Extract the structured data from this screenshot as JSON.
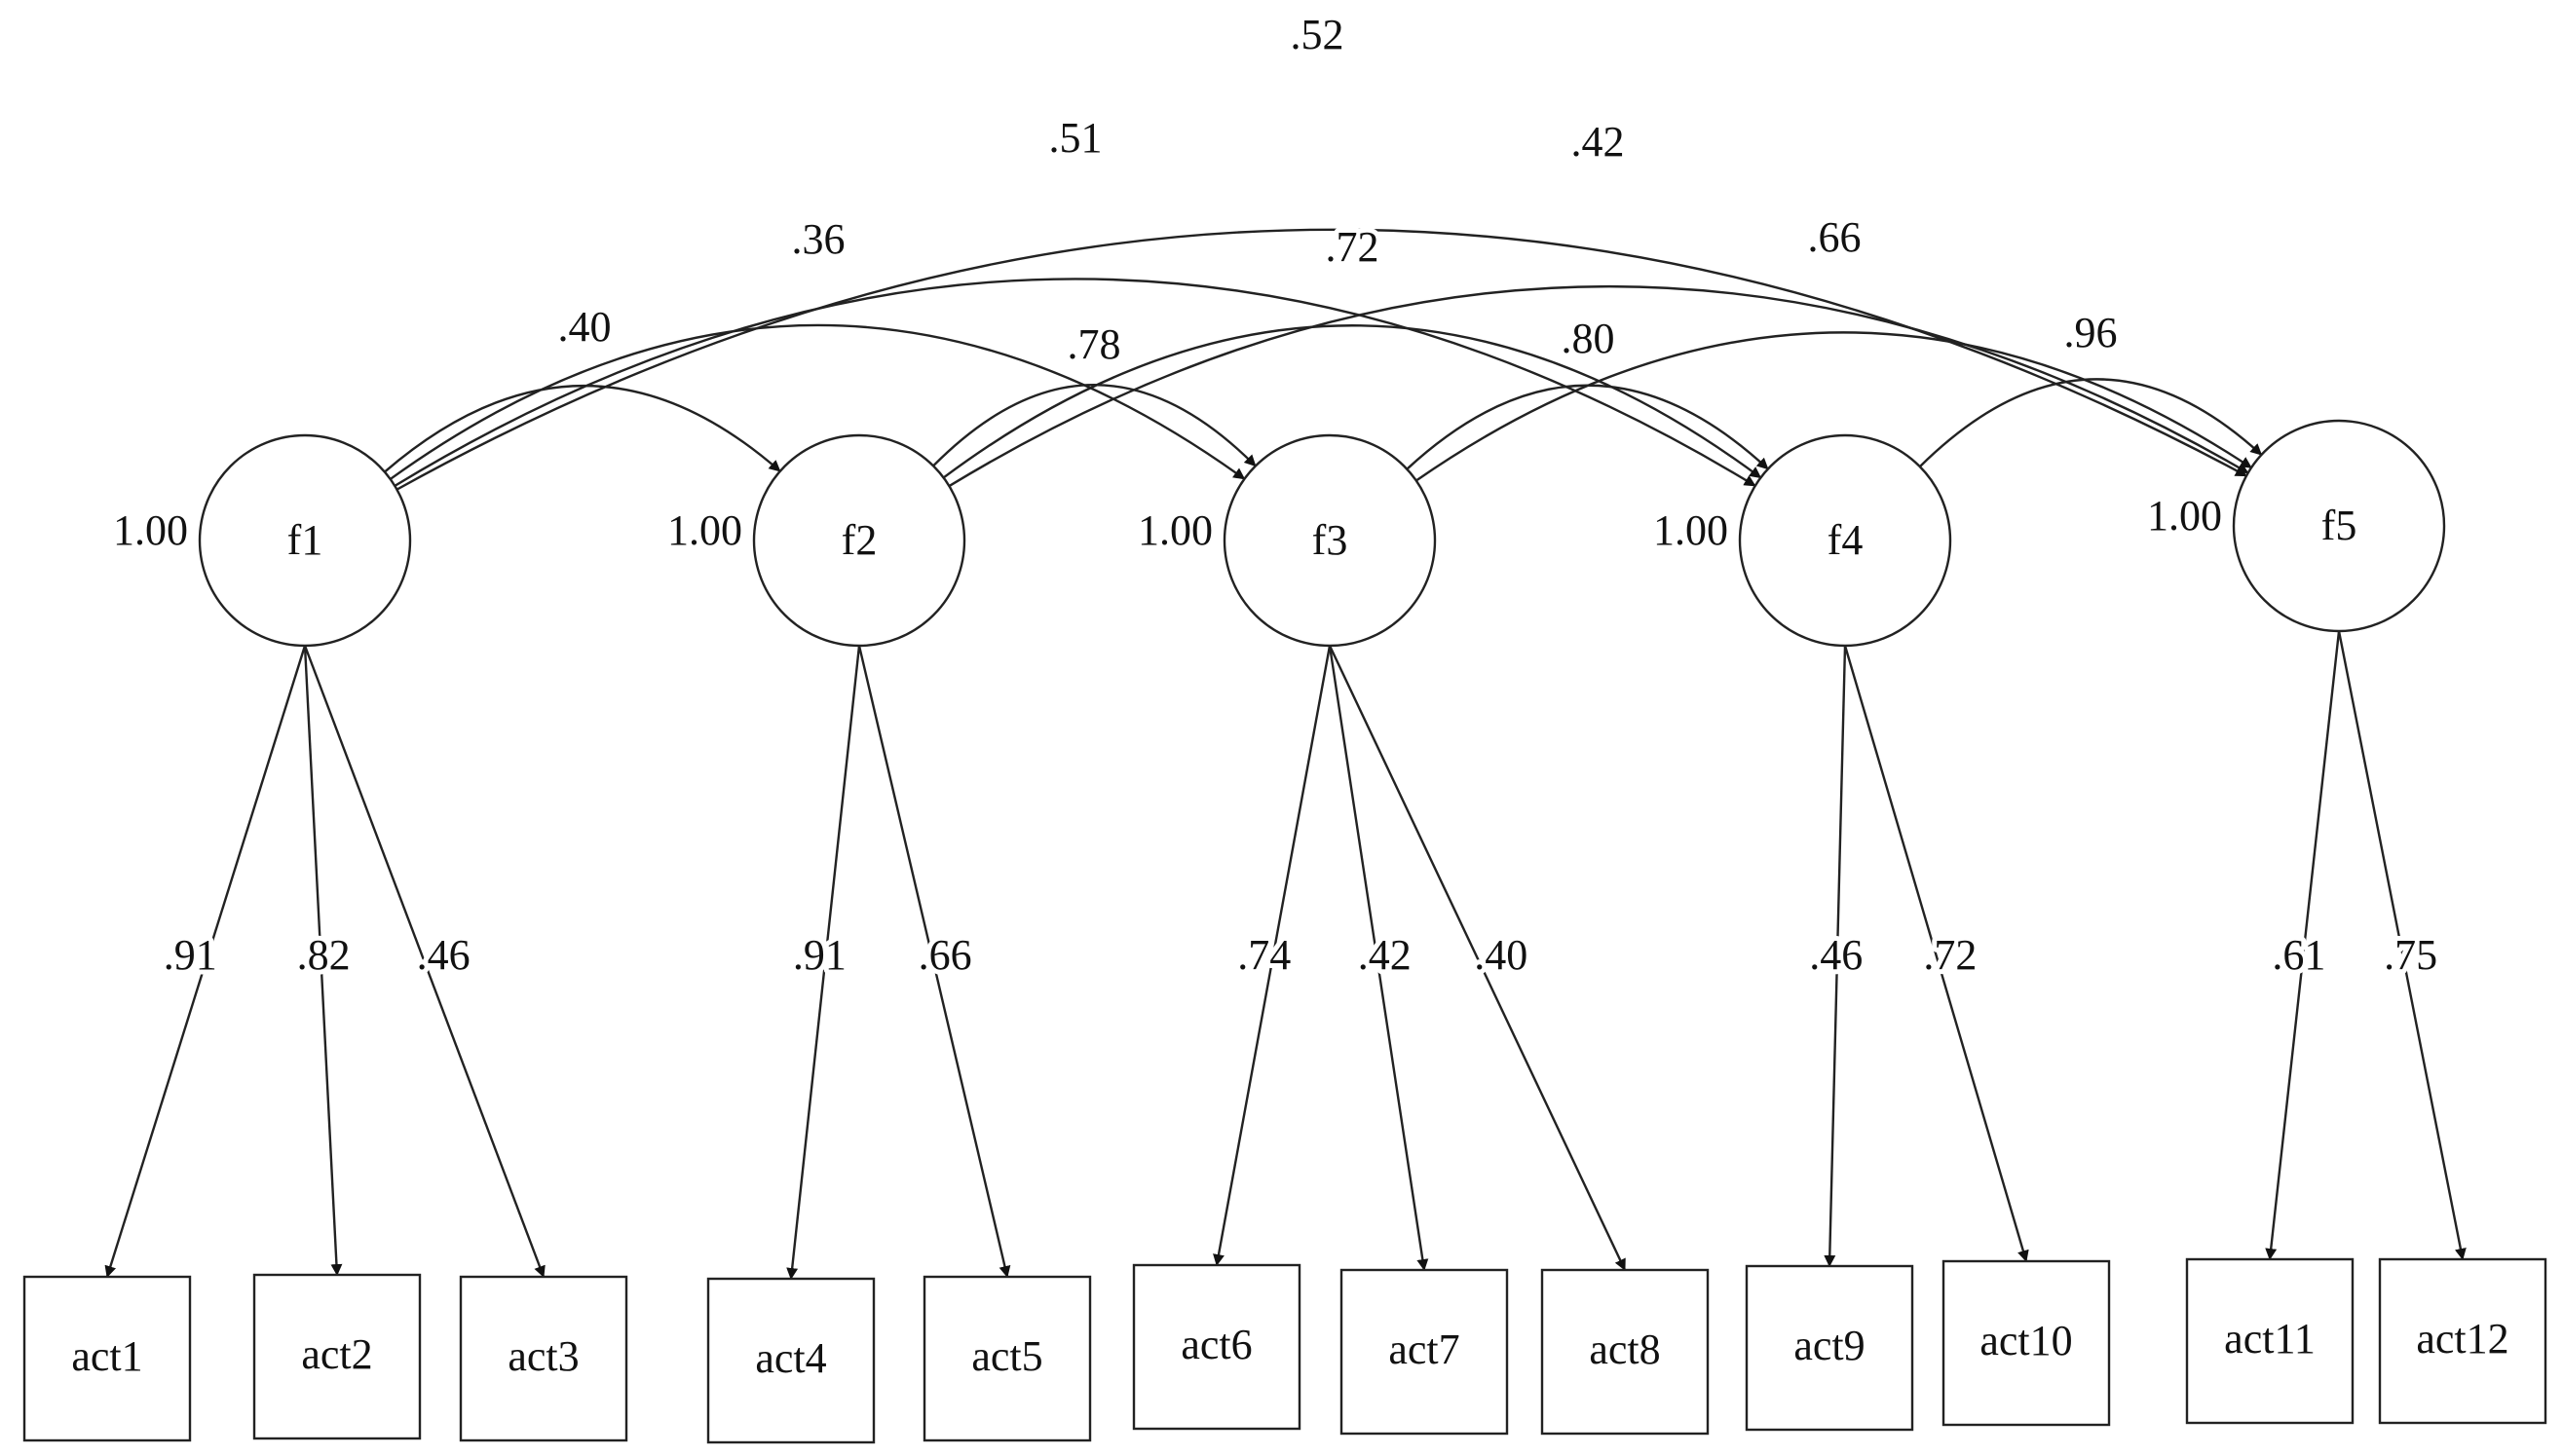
{
  "factors": [
    {
      "id": "f1",
      "label": "f1",
      "variance": "1.00"
    },
    {
      "id": "f2",
      "label": "f2",
      "variance": "1.00"
    },
    {
      "id": "f3",
      "label": "f3",
      "variance": "1.00"
    },
    {
      "id": "f4",
      "label": "f4",
      "variance": "1.00"
    },
    {
      "id": "f5",
      "label": "f5",
      "variance": "1.00"
    }
  ],
  "indicators": [
    {
      "id": "act1",
      "label": "act1"
    },
    {
      "id": "act2",
      "label": "act2"
    },
    {
      "id": "act3",
      "label": "act3"
    },
    {
      "id": "act4",
      "label": "act4"
    },
    {
      "id": "act5",
      "label": "act5"
    },
    {
      "id": "act6",
      "label": "act6"
    },
    {
      "id": "act7",
      "label": "act7"
    },
    {
      "id": "act8",
      "label": "act8"
    },
    {
      "id": "act9",
      "label": "act9"
    },
    {
      "id": "act10",
      "label": "act10"
    },
    {
      "id": "act11",
      "label": "act11"
    },
    {
      "id": "act12",
      "label": "act12"
    }
  ],
  "loadings": [
    {
      "from": "f1",
      "to": "act1",
      "value": ".91"
    },
    {
      "from": "f1",
      "to": "act2",
      "value": ".82"
    },
    {
      "from": "f1",
      "to": "act3",
      "value": ".46"
    },
    {
      "from": "f2",
      "to": "act4",
      "value": ".91"
    },
    {
      "from": "f2",
      "to": "act5",
      "value": ".66"
    },
    {
      "from": "f3",
      "to": "act6",
      "value": ".74"
    },
    {
      "from": "f3",
      "to": "act7",
      "value": ".42"
    },
    {
      "from": "f3",
      "to": "act8",
      "value": ".40"
    },
    {
      "from": "f4",
      "to": "act9",
      "value": ".46"
    },
    {
      "from": "f4",
      "to": "act10",
      "value": ".72"
    },
    {
      "from": "f5",
      "to": "act11",
      "value": ".61"
    },
    {
      "from": "f5",
      "to": "act12",
      "value": ".75"
    }
  ],
  "correlations": [
    {
      "a": "f1",
      "b": "f2",
      "value": ".40"
    },
    {
      "a": "f1",
      "b": "f3",
      "value": ".36"
    },
    {
      "a": "f1",
      "b": "f4",
      "value": ".51"
    },
    {
      "a": "f1",
      "b": "f5",
      "value": ".52"
    },
    {
      "a": "f2",
      "b": "f3",
      "value": ".78"
    },
    {
      "a": "f2",
      "b": "f4",
      "value": ".72"
    },
    {
      "a": "f2",
      "b": "f5",
      "value": ".42"
    },
    {
      "a": "f3",
      "b": "f4",
      "value": ".80"
    },
    {
      "a": "f3",
      "b": "f5",
      "value": ".66"
    },
    {
      "a": "f4",
      "b": "f5",
      "value": ".96"
    }
  ],
  "colors": {
    "line": "#222222",
    "text": "#111111",
    "background": "#ffffff"
  }
}
